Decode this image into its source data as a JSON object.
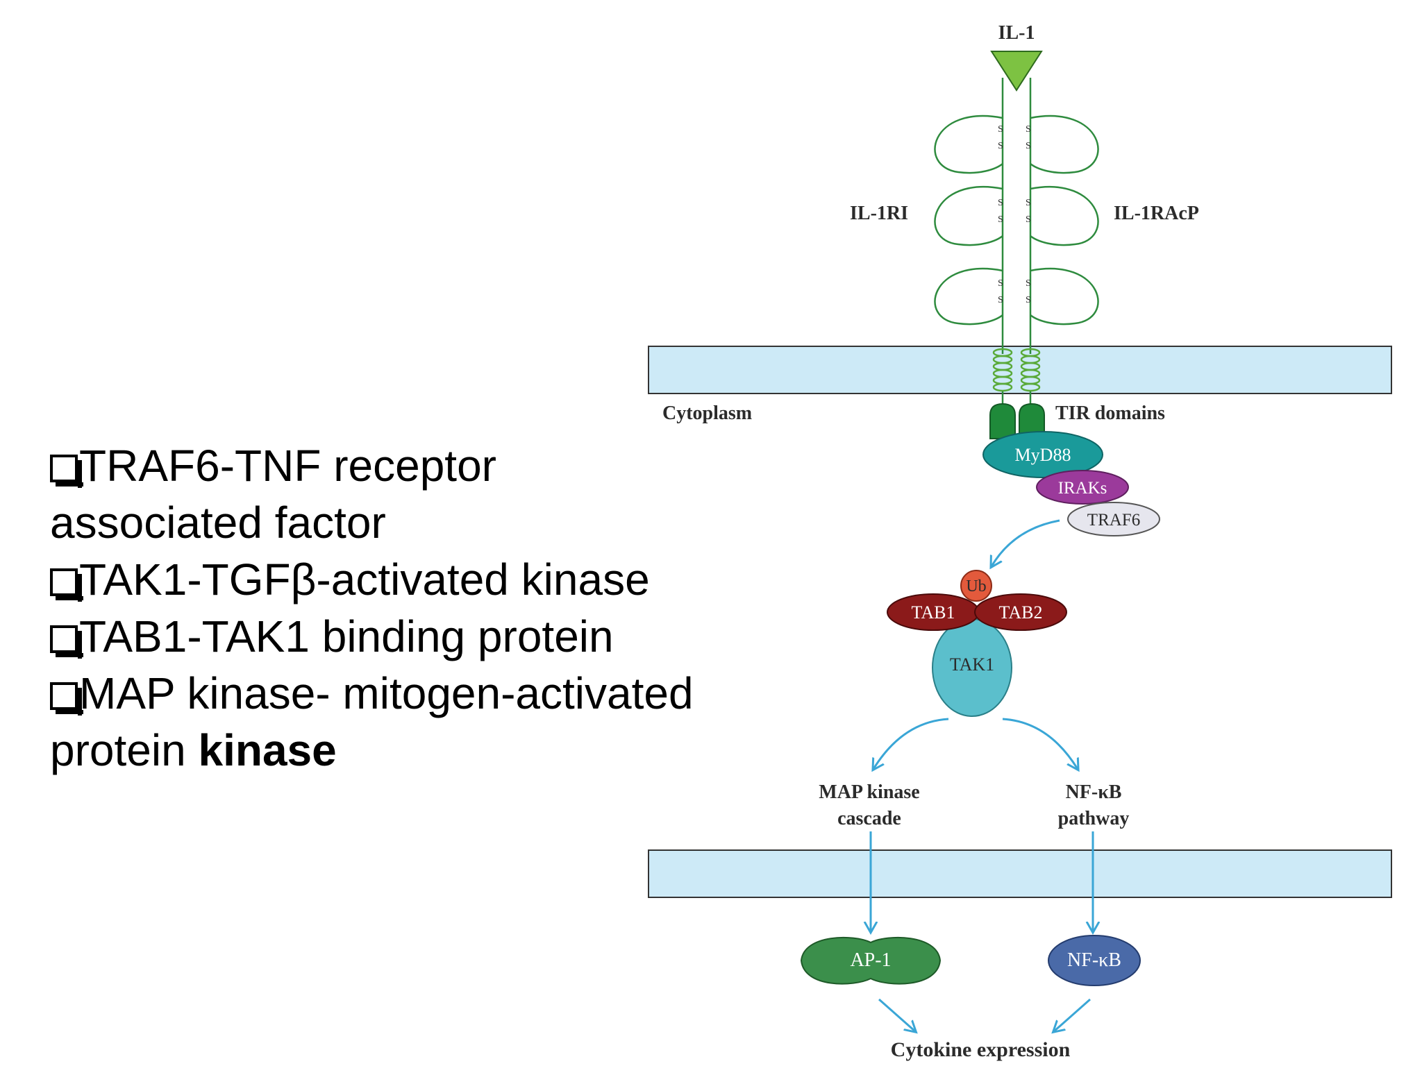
{
  "bullets": [
    {
      "text": "TRAF6-TNF receptor associated factor"
    },
    {
      "text": "TAK1-TGFβ-activated kinase"
    },
    {
      "text": "TAB1-TAK1 binding protein"
    },
    {
      "text_pre": "MAP kinase-  mitogen-activated protein ",
      "text_bold": "kinase"
    }
  ],
  "diagram": {
    "ligand": "IL-1",
    "receptor_left": "IL-1RI",
    "receptor_right": "IL-1RAcP",
    "disulfide": "S",
    "cytoplasm": "Cytoplasm",
    "tir_domains": "TIR domains",
    "myd88": "MyD88",
    "iraks": "IRAKs",
    "traf6": "TRAF6",
    "ub": "Ub",
    "tab1": "TAB1",
    "tab2": "TAB2",
    "tak1": "TAK1",
    "map_kinase_1": "MAP kinase",
    "map_kinase_2": "cascade",
    "nfkb_path_1": "NF-κB",
    "nfkb_path_2": "pathway",
    "ap1": "AP-1",
    "nfkb": "NF-κB",
    "cytokine": "Cytokine expression",
    "colors": {
      "membrane": "#cdeaf7",
      "receptor": "#2e8b3e",
      "ligand": "#7dc242",
      "myd88": "#1a9a9a",
      "iraks": "#9b3a9b",
      "traf6": "#e6e6ee",
      "ub": "#e35a3c",
      "tab": "#8b1a1a",
      "tak1": "#5bbfcc",
      "ap1": "#3b8f4b",
      "nfkb": "#4a6aa8",
      "arrow": "#3aa6d6"
    }
  }
}
